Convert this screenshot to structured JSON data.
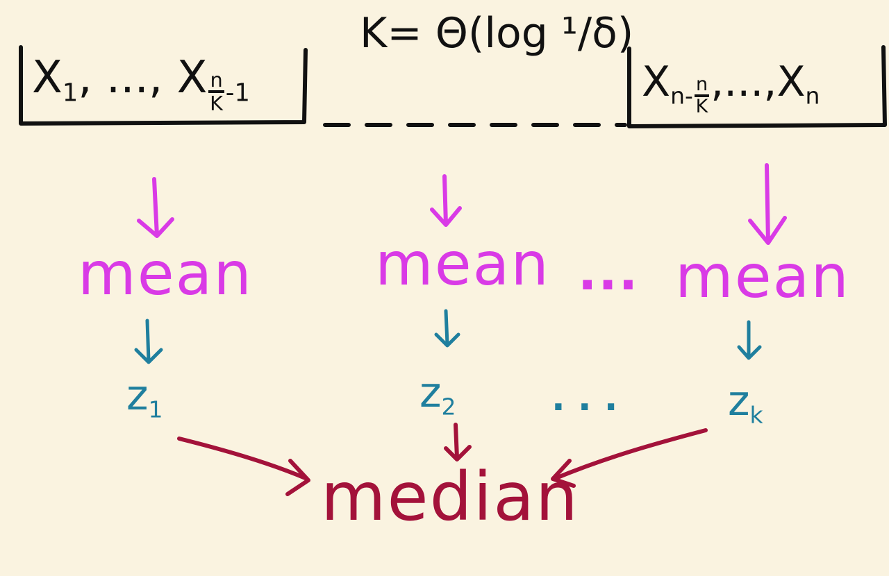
{
  "diagram": {
    "header": {
      "k_formula": "K= Θ(log ¹/δ)"
    },
    "groups": {
      "first": {
        "var": "X",
        "start_sub": "1",
        "sep": ", ..., ",
        "end_sub_num": "n",
        "end_sub_den": "K",
        "end_sub_suffix": "-1"
      },
      "last": {
        "var": "X",
        "start_sub_prefix": "n-",
        "start_sub_num": "n",
        "start_sub_den": "K",
        "sep": ",...,",
        "end_sub": "n"
      }
    },
    "means": [
      "mean",
      "mean",
      "mean"
    ],
    "mean_ellipsis": "...",
    "z_items": [
      {
        "var": "z",
        "sub": "1"
      },
      {
        "var": "z",
        "sub": "2"
      },
      {
        "var": "z",
        "sub": "k"
      }
    ],
    "z_ellipsis": ". . .",
    "median": "median",
    "colors": {
      "background": "#faf3e0",
      "ink": "#111111",
      "mean": "#d93ae6",
      "z": "#1f7f9e",
      "median": "#a3123a"
    }
  }
}
